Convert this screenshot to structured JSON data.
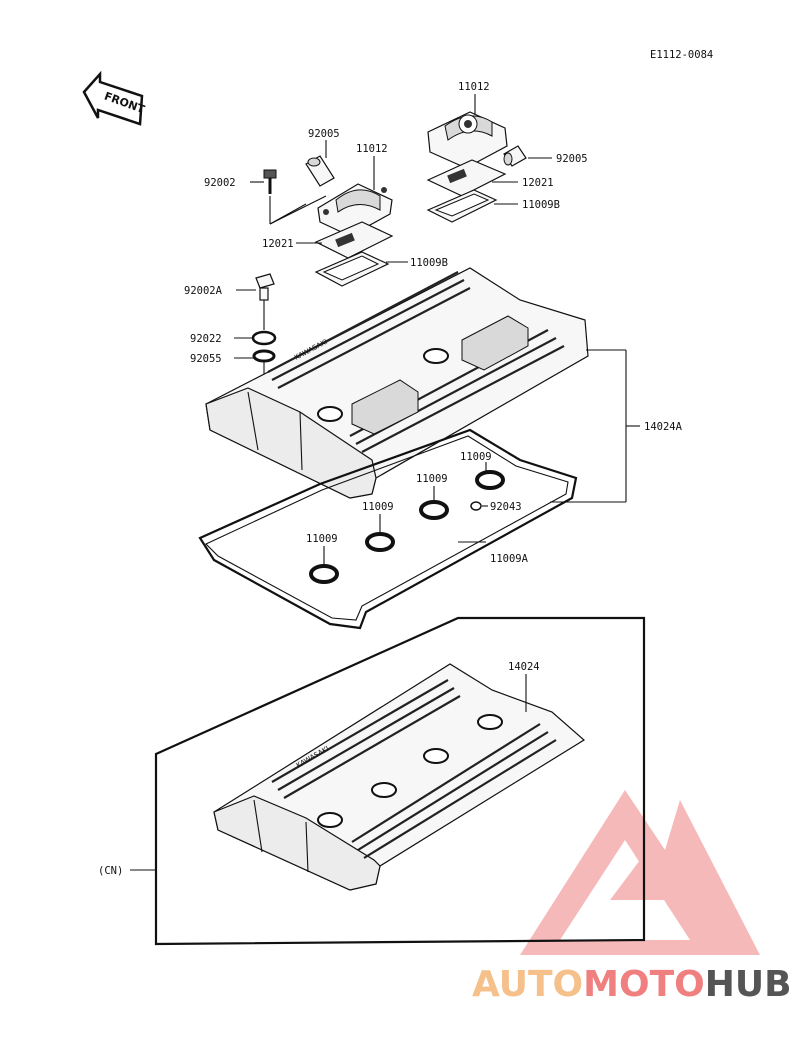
{
  "diagram": {
    "code": "E1112-0084",
    "front_label": "FRONT",
    "callouts": {
      "top_cover_right": "11012",
      "top_cover_left": "11012",
      "pipe_left": "92005",
      "pipe_right": "92005",
      "bolt_small": "92002",
      "plate_left": "12021",
      "plate_right": "12021",
      "gasket_left": "11009B",
      "gasket_right": "11009B",
      "cap_bolt": "92002A",
      "washer": "92022",
      "grommet": "92055",
      "head_cover_assy": "14024A",
      "plug_ring_1": "11009",
      "plug_ring_2": "11009",
      "plug_ring_3": "11009",
      "plug_ring_4": "11009",
      "dowel": "92043",
      "main_gasket": "11009A",
      "cover_cn": "14024",
      "cn_label": "(CN)"
    },
    "cover_emboss": "KAWASAKI",
    "watermark": {
      "part1": "AUTO",
      "part2": "MOTO",
      "part3": "HUB",
      "color1": "#f5c08a",
      "color2": "#f08080",
      "color3": "#555555"
    }
  }
}
